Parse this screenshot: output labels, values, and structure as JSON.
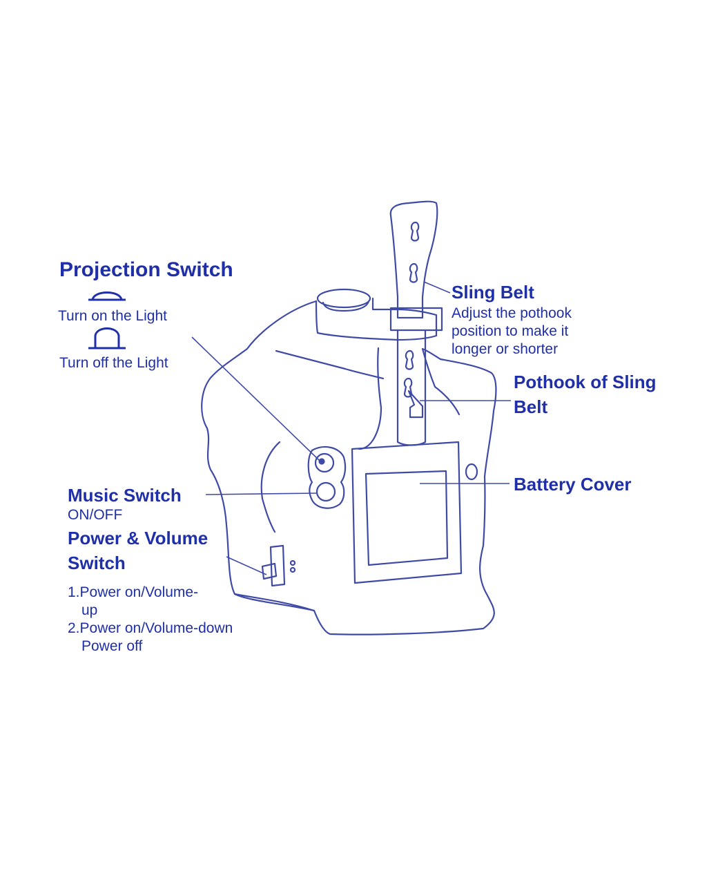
{
  "colors": {
    "text": "#1f2fa8",
    "line": "#3f4aa6",
    "background": "#ffffff"
  },
  "projection_switch": {
    "title": "Projection Switch",
    "icon_pressed": "half-dome-icon",
    "icon_released": "dome-button-icon",
    "on_text": "Turn on the Light",
    "off_text": "Turn off the Light"
  },
  "sling_belt": {
    "title": "Sling Belt",
    "desc_line1": "Adjust the pothook",
    "desc_line2": "position to make it",
    "desc_line3": "longer or shorter"
  },
  "pothook": {
    "line1": "Pothook of Sling",
    "line2": "Belt"
  },
  "battery_cover": {
    "title": "Battery Cover"
  },
  "music_switch": {
    "title": "Music Switch",
    "state": "ON/OFF"
  },
  "power_volume": {
    "line1": "Power & Volume",
    "line2": "Switch",
    "item1_line1": "1.Power on/Volume-",
    "item1_line2": "up",
    "item2_line1": "2.Power on/Volume-down",
    "item2_line2": "Power off"
  }
}
